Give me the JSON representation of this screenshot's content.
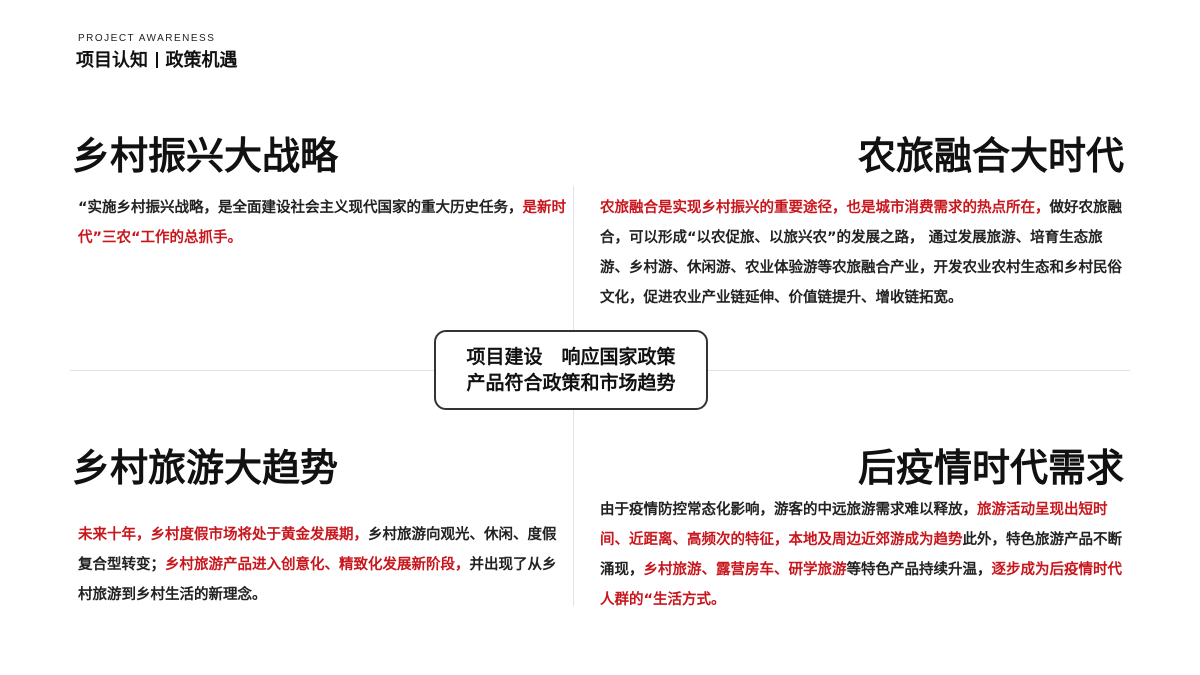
{
  "header": {
    "en": "PROJECT  AWARENESS",
    "cn_left": "项目认知",
    "cn_right": "政策机遇"
  },
  "center": {
    "line1": "项目建设　响应国家政策",
    "line2": "产品符合政策和市场趋势"
  },
  "q1": {
    "title": "乡村振兴大战略",
    "seg1": "“实施乡村振兴战略，是全面建设社会主义现代国家的重大历史任务，",
    "seg2": "是新时代”三农“工作的总抓手。"
  },
  "q2": {
    "title": "农旅融合大时代",
    "seg1": "农旅融合是实现乡村振兴的重要途径，也是城市消费需求的热点所在，",
    "seg2": "做好农旅融合，可以形成“以农促旅、以旅兴农”的发展之路， 通过发展旅游、培育生态旅游、乡村游、休闲游、农业体验游等农旅融合产业，开发农业农村生态和乡村民俗文化，促进农业产业链延伸、价值链提升、增收链拓宽。"
  },
  "q3": {
    "title": "乡村旅游大趋势",
    "seg1": "未来十年，乡村度假市场将处于黄金发展期，",
    "seg2": "乡村旅游向观光、休闲、度假复合型转变；",
    "seg3": "乡村旅游产品进入创意化、精致化发展新阶段，",
    "seg4": "并出现了从乡村旅游到乡村生活的新理念。"
  },
  "q4": {
    "title": "后疫情时代需求",
    "seg1": "由于疫情防控常态化影响，游客的中远旅游需求难以释放，",
    "seg2": "旅游活动呈现出短时间、近距离、高频次的特征，本地及周边近郊游成为趋势",
    "seg3": "此外，特色旅游产品不断涌现，",
    "seg4": "乡村旅游、露营房车、研学旅游",
    "seg5": "等特色产品持续升温，",
    "seg6": "逐步成为后疫情时代人群的“生活方式。"
  }
}
